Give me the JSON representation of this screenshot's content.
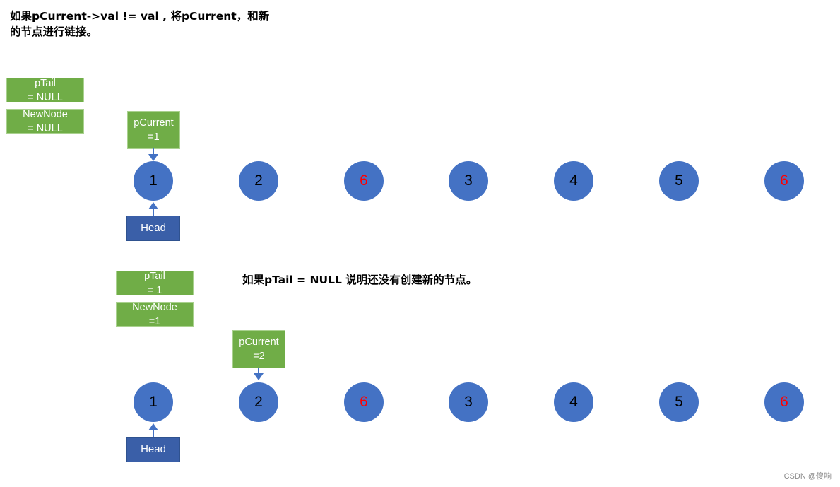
{
  "text": {
    "heading_top": "如果pCurrent->val != val , 将pCurrent，和新的节点进行链接。",
    "heading_mid": "如果pTail = NULL 说明还没有创建新的节点。"
  },
  "state1": {
    "ptail": [
      "pTail",
      "= NULL"
    ],
    "newnode": [
      "NewNode",
      "= NULL"
    ],
    "pcurrent": [
      "pCurrent",
      "=1"
    ],
    "head": "Head",
    "nodes": [
      "1",
      "2",
      "6",
      "3",
      "4",
      "5",
      "6"
    ]
  },
  "state2": {
    "ptail": [
      "pTail",
      "= 1"
    ],
    "newnode": [
      "NewNode",
      "=1"
    ],
    "pcurrent": [
      "pCurrent",
      "=2"
    ],
    "head": "Head",
    "nodes": [
      "1",
      "2",
      "6",
      "3",
      "4",
      "5",
      "6"
    ]
  },
  "highlighted_values": [
    "6"
  ],
  "colors": {
    "node_fill": "#4472c4",
    "label_box": "#70ad47",
    "head_box": "#3a5fa8",
    "highlight_text": "#ff0000"
  },
  "watermark": "CSDN @傻响"
}
